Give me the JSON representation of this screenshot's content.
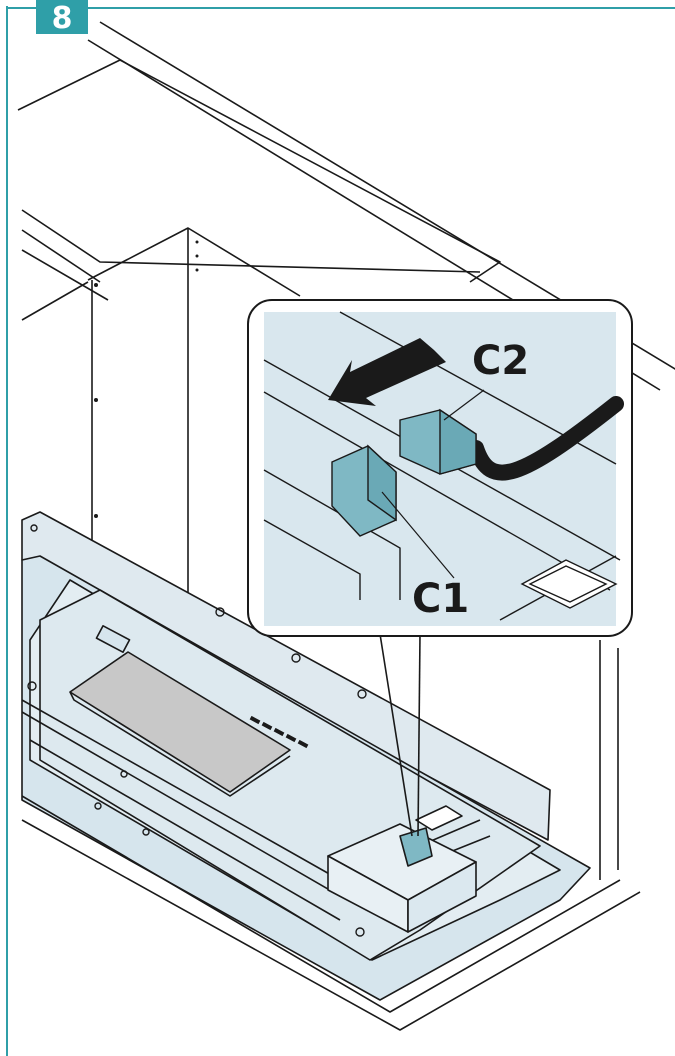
{
  "step": {
    "number": "8",
    "badge_color": "#2f9fa8",
    "frame_color": "#2f9fa8"
  },
  "labels": {
    "connector_1": "C1",
    "connector_2": "C2"
  },
  "colors": {
    "panel_fill": "#d9e7ee",
    "connector": "#7fb8c4",
    "filter": "#c8c8c8",
    "line": "#1a1a1a",
    "arrow": "#1a1a1a"
  },
  "icons": {
    "direction_arrow": "arrow-left-icon",
    "step_badge": "step-number-badge"
  }
}
